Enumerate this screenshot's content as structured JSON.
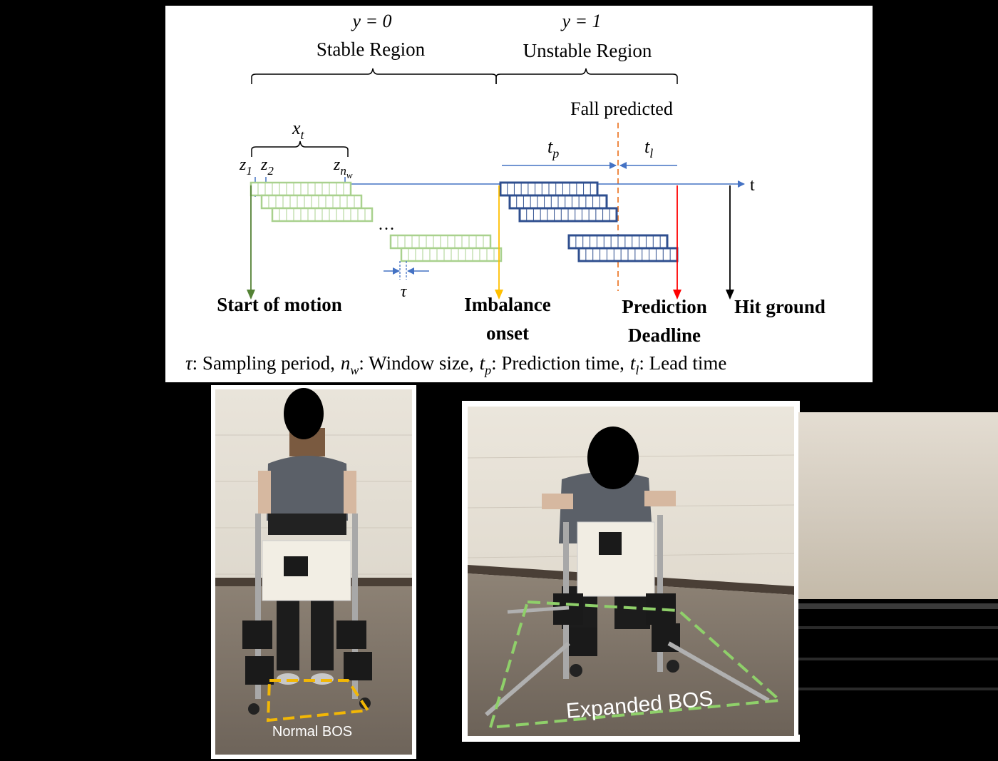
{
  "diagram": {
    "stable_region": {
      "label_var": "y = 0",
      "label": "Stable Region"
    },
    "unstable_region": {
      "label_var": "y = 1",
      "label": "Unstable Region"
    },
    "fall_predicted": "Fall predicted",
    "x_window": "x",
    "x_window_sub": "t",
    "z1": "z",
    "z1_sub": "1",
    "z2": "z",
    "z2_sub": "2",
    "znw": "z",
    "znw_sub": "n",
    "znw_subsub": "w",
    "tp": "t",
    "tp_sub": "p",
    "tl": "t",
    "tl_sub": "l",
    "time_axis": "t",
    "ellipsis": "…",
    "tau": "τ",
    "events": {
      "start_of_motion": "Start of motion",
      "imbalance_onset_1": "Imbalance",
      "imbalance_onset_2": "onset",
      "prediction_deadline_1": "Prediction",
      "prediction_deadline_2": "Deadline",
      "hit_ground": "Hit ground"
    },
    "legend": {
      "tau": "τ",
      "tau_desc": ": Sampling period,",
      "nw": "n",
      "nw_sub": "w",
      "nw_desc": ": Window size,",
      "tp": "t",
      "tp_sub": "p",
      "tp_desc": ": Prediction time,",
      "tl": "t",
      "tl_sub": "l",
      "tl_desc": ": Lead time"
    },
    "colors": {
      "stable_window": "#a9d18e",
      "unstable_window": "#2f4f8f",
      "axis": "#4472c4",
      "start_arrow": "#548235",
      "onset_arrow": "#ffc000",
      "deadline_arrow": "#ff0000",
      "hit_arrow": "#000000",
      "fall_line": "#ed7d31"
    }
  },
  "photos": {
    "left_label": "Normal BOS",
    "right_label": "Expanded BOS",
    "left_bos_color": "#f2b705",
    "right_bos_color": "#8fd06a"
  }
}
